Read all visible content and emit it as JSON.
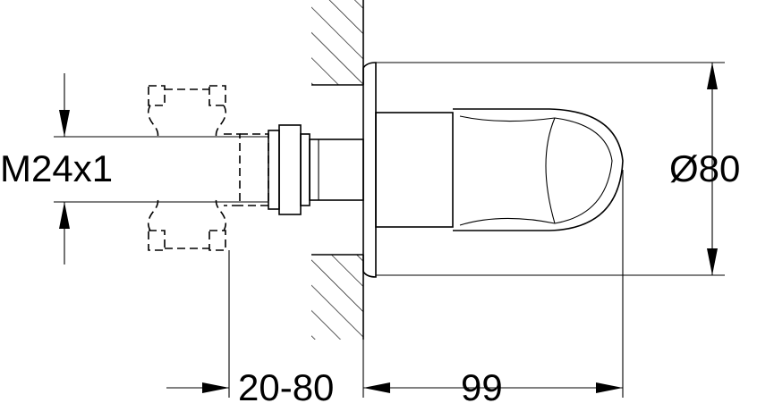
{
  "labels": {
    "thread": "M24x1",
    "diameter": "Ø80",
    "wall_range": "20-80",
    "projection": "99"
  }
}
